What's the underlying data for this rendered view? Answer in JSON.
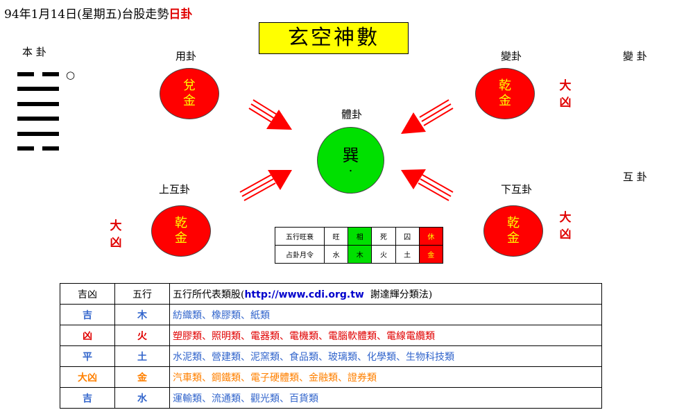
{
  "header": {
    "date": "94年1月14日(星期五)台股走勢",
    "suffix": "日卦"
  },
  "title": "玄空神數",
  "labels": {
    "benGua": "本  卦",
    "yongGua": "用卦",
    "bianGuaTop": "變卦",
    "bianGuaSide": "變  卦",
    "tiGua": "體卦",
    "shangHuGua": "上互卦",
    "xiaHuGua": "下互卦",
    "huGuaSide": "互  卦"
  },
  "hexagram": {
    "lines": [
      "yin",
      "yang",
      "yang",
      "yang",
      "yang",
      "yin"
    ],
    "moving_mark": "○"
  },
  "circles": {
    "yong": {
      "gua": "兌",
      "element": "金"
    },
    "bian": {
      "gua": "乾",
      "element": "金"
    },
    "ti": {
      "gua": "巽",
      "mark": "."
    },
    "shang": {
      "gua": "乾",
      "element": "金"
    },
    "xia": {
      "gua": "乾",
      "element": "金"
    }
  },
  "fortunes": {
    "bian": [
      "大",
      "凶"
    ],
    "shang": [
      "大",
      "凶"
    ],
    "xia": [
      "大",
      "凶"
    ]
  },
  "wuxing_table": {
    "row1": [
      "五行旺衰",
      "旺",
      "相",
      "死",
      "囚",
      "休"
    ],
    "row2": [
      "占卦月令",
      "水",
      "木",
      "火",
      "土",
      "金"
    ],
    "highlight_colors": {
      "green": "#00e000",
      "red": "#ff0000"
    }
  },
  "category_table": {
    "header": [
      "吉凶",
      "五行",
      "五行所代表類股(",
      "http://www.cdi.org.tw",
      "  謝達輝分類法)"
    ],
    "rows": [
      {
        "fortune": "吉",
        "element": "木",
        "sectors": "紡織類、橡膠類、紙類",
        "color": "#3366cc"
      },
      {
        "fortune": "凶",
        "element": "火",
        "sectors": "塑膠類、照明類、電器類、電機類、電腦軟體類、電線電纜類",
        "color": "#e00000"
      },
      {
        "fortune": "平",
        "element": "土",
        "sectors": "水泥類、營建類、泥窯類、食品類、玻璃類、化學類、生物科技類",
        "color": "#3366cc"
      },
      {
        "fortune": "大凶",
        "element": "金",
        "sectors": "汽車類、鋼鐵類、電子硬體類、金融類、證券類",
        "color": "#ff8000"
      },
      {
        "fortune": "吉",
        "element": "水",
        "sectors": "運輸類、流通類、觀光類、百貨類",
        "color": "#3366cc"
      }
    ]
  }
}
